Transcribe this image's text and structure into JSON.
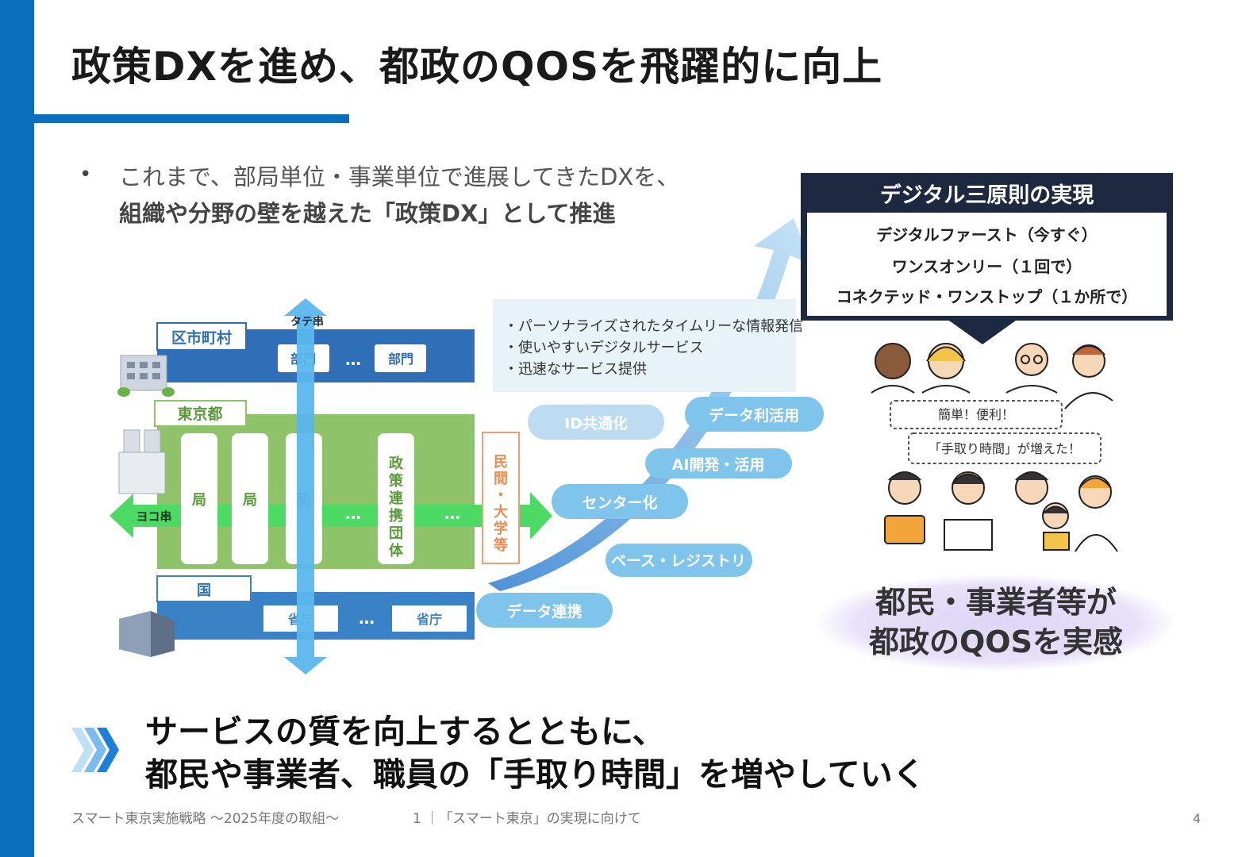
{
  "title": "政策DXを進め、都政のQOSを飛躍的に向上",
  "bullet": {
    "marker": "•",
    "line1": "これまで、部局単位・事業単位で進展してきたDXを、",
    "line2": "組織や分野の壁を越えた「政策DX」として推進"
  },
  "diagram": {
    "vertical_label": "タテ串",
    "horizontal_label": "ヨコ串",
    "municipal": {
      "label": "区市町村",
      "units": [
        "部門",
        "部門"
      ],
      "ellipsis": "…"
    },
    "tokyo": {
      "label": "東京都",
      "bureaus": [
        "局",
        "局",
        "局"
      ],
      "ellipsis": "…",
      "policy_org": "政策連携団体",
      "private": "民間・大学等"
    },
    "national": {
      "label": "国",
      "units": [
        "省庁",
        "省庁"
      ],
      "ellipsis": "…"
    }
  },
  "benefits": [
    "・パーソナライズされたタイムリーな情報発信",
    "・使いやすいデジタルサービス",
    "・迅速なサービス提供"
  ],
  "initiatives": [
    "ID共通化",
    "データ利活用",
    "AI開発・活用",
    "センター化",
    "ベース・レジストリ",
    "データ連携"
  ],
  "principles": {
    "title": "デジタル三原則の実現",
    "items": [
      "デジタルファースト（今すぐ）",
      "ワンスオンリー（１回で）",
      "コネクテッド・ワンストップ（１か所で）"
    ]
  },
  "speech": [
    "簡単！便利！",
    "「手取り時間」が増えた！"
  ],
  "qos": {
    "line1": "都民・事業者等が",
    "line2": "都政のQOSを実感"
  },
  "conclusion": {
    "line1": "サービスの質を向上するとともに、",
    "line2": "都民や事業者、職員の「手取り時間」を増やしていく"
  },
  "footer": {
    "doc": "スマート東京実施戦略 ～2025年度の取組～",
    "chapter": "1 ｜「スマート東京」の実現に向けて",
    "page": "4"
  },
  "colors": {
    "brand_blue": "#0a6ebd",
    "navy": "#1d2940",
    "green": "#8fc36a",
    "bright_green": "#4cd964",
    "sky_blue": "#5bb6ec",
    "pill_blue": "#7fc4ea",
    "orange": "#f0a070"
  },
  "icons": [
    "chevron-right-icon",
    "building-icon",
    "tower-icon",
    "office-icon",
    "people-illustration"
  ]
}
